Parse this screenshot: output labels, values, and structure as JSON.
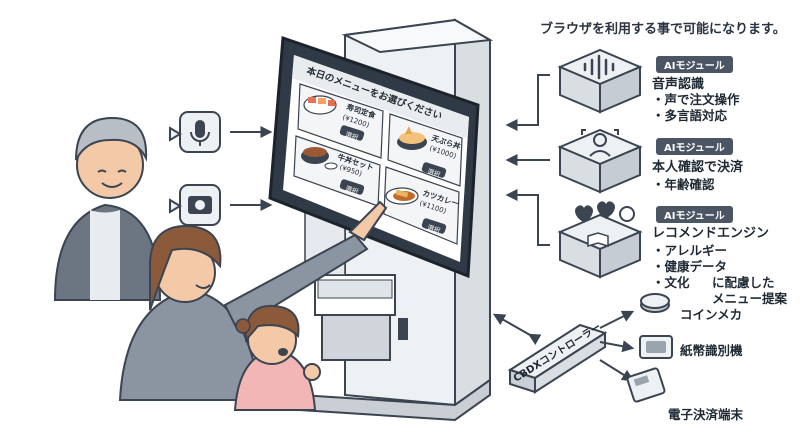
{
  "header_note": "ブラウザを利用する事で可能になります。",
  "screen": {
    "title": "本日のメニューをお選びください",
    "items": [
      {
        "name": "寿司定食",
        "price": "(¥1200)",
        "button": "選択"
      },
      {
        "name": "天ぷら丼",
        "price": "(¥1000)",
        "button": "選択"
      },
      {
        "name": "牛丼セット",
        "price": "(¥950)",
        "button": "選択"
      },
      {
        "name": "カツカレー",
        "price": "(¥1100)",
        "button": "選択"
      }
    ]
  },
  "modules": [
    {
      "tag": "AIモジュール",
      "title": "音声認識",
      "items": [
        "・声で注文操作",
        "・多言語対応"
      ]
    },
    {
      "tag": "AIモジュール",
      "title": "本人確認で決済",
      "items": [
        "・年齢確認"
      ]
    },
    {
      "tag": "AIモジュール",
      "title": "レコメンドエンジン",
      "items": [
        "・アレルギー",
        "・健康データ",
        "・文化",
        "に配慮した",
        "メニュー提案"
      ]
    }
  ],
  "controller": {
    "label": "CBDXコントローラー"
  },
  "devices": [
    {
      "label": "コインメカ"
    },
    {
      "label": "紙幣識別機"
    },
    {
      "label": "電子決済端末"
    }
  ],
  "colors": {
    "line": "#3b4450",
    "panel": "#eef1f4",
    "screen": "#ffffff",
    "accent": "#2f3a46",
    "skin": "#f3c9a8"
  }
}
